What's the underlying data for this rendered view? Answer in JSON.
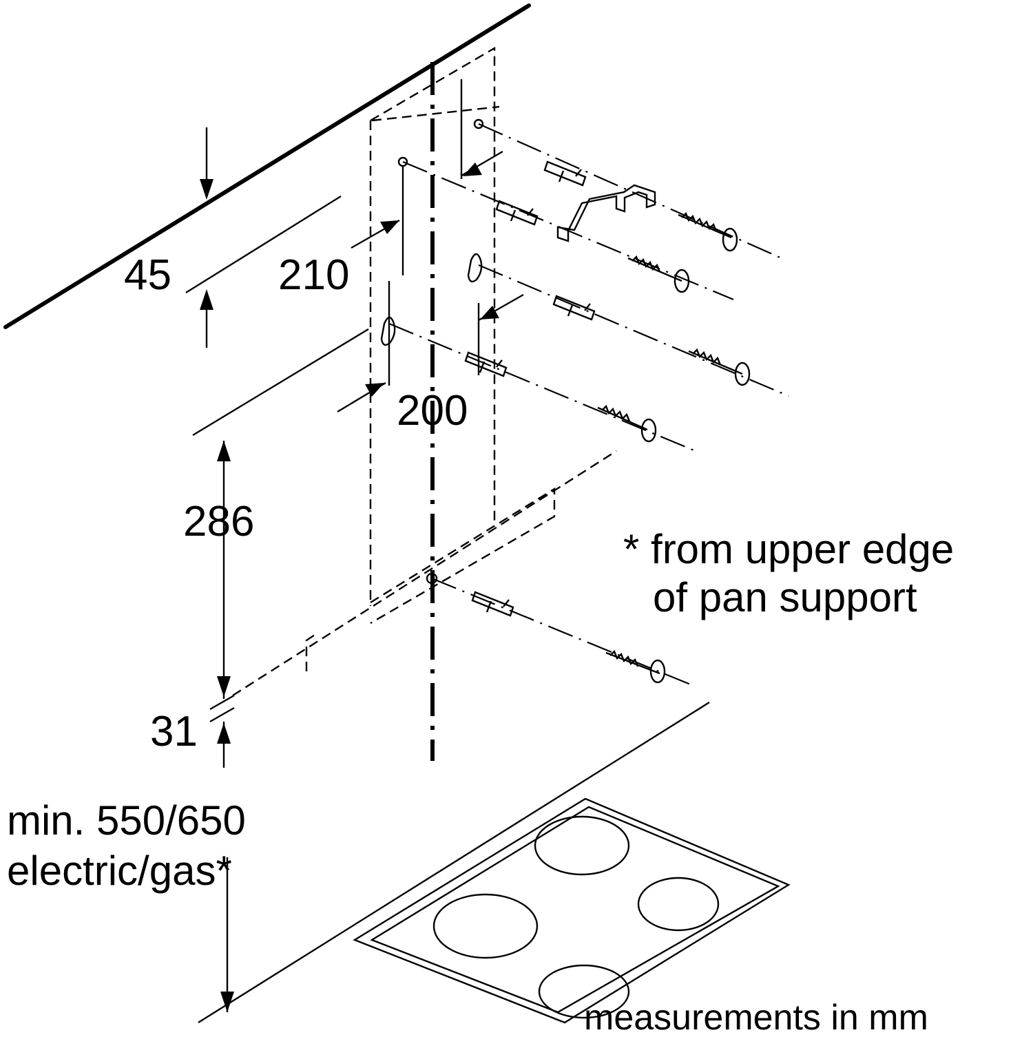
{
  "dimensions": {
    "d45": "45",
    "d210": "210",
    "d200": "200",
    "d286": "286",
    "d31": "31"
  },
  "clearance": {
    "line1": "min. 550/650",
    "line2": "electric/gas*"
  },
  "note": {
    "line1": "* from upper edge",
    "line2": "of pan support"
  },
  "footer": "measurements in mm"
}
